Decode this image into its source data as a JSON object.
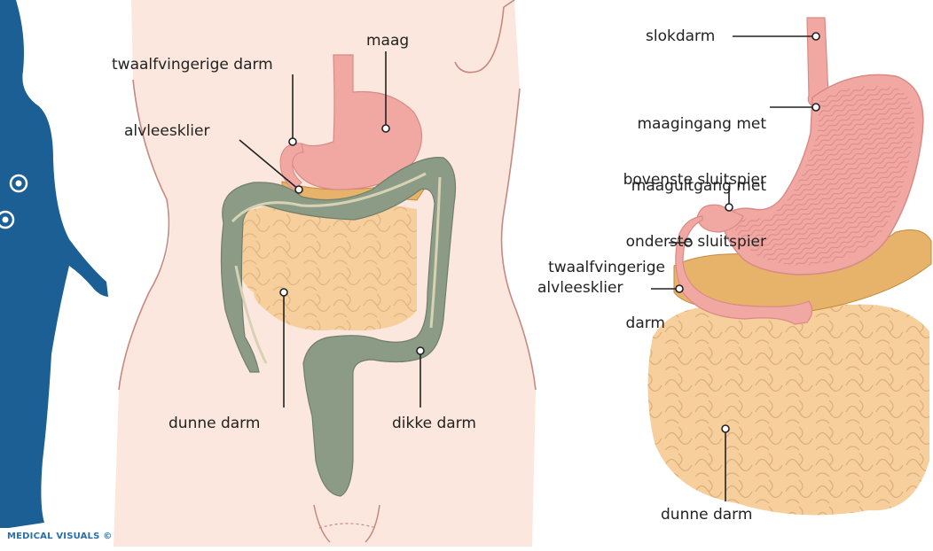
{
  "left_panel": {
    "labels": {
      "stomach": "maag",
      "duodenum": "twaalfvingerige darm",
      "pancreas": "alvleesklier",
      "small_intestine": "dunne darm",
      "large_intestine": "dikke darm"
    }
  },
  "right_panel": {
    "labels": {
      "esophagus": "slokdarm",
      "stomach_inlet_line1": "maagingang met",
      "stomach_inlet_line2": "bovenste sluitspier",
      "stomach_outlet_line1": "maaguitgang met",
      "stomach_outlet_line2": "onderste sluitspier",
      "duodenum_line1": "twaalfvingerige",
      "duodenum_line2": "darm",
      "pancreas": "alvleesklier",
      "small_intestine": "dunne darm"
    }
  },
  "credit": "MEDICAL VISUALS ©",
  "colors": {
    "silhouette": "#1b5f95",
    "skin": "#fbe7dd",
    "stomach": "#f1a7a2",
    "small_intestine": "#f6cf9c",
    "large_intestine": "#8b9b85",
    "pancreas": "#e7b36a"
  }
}
